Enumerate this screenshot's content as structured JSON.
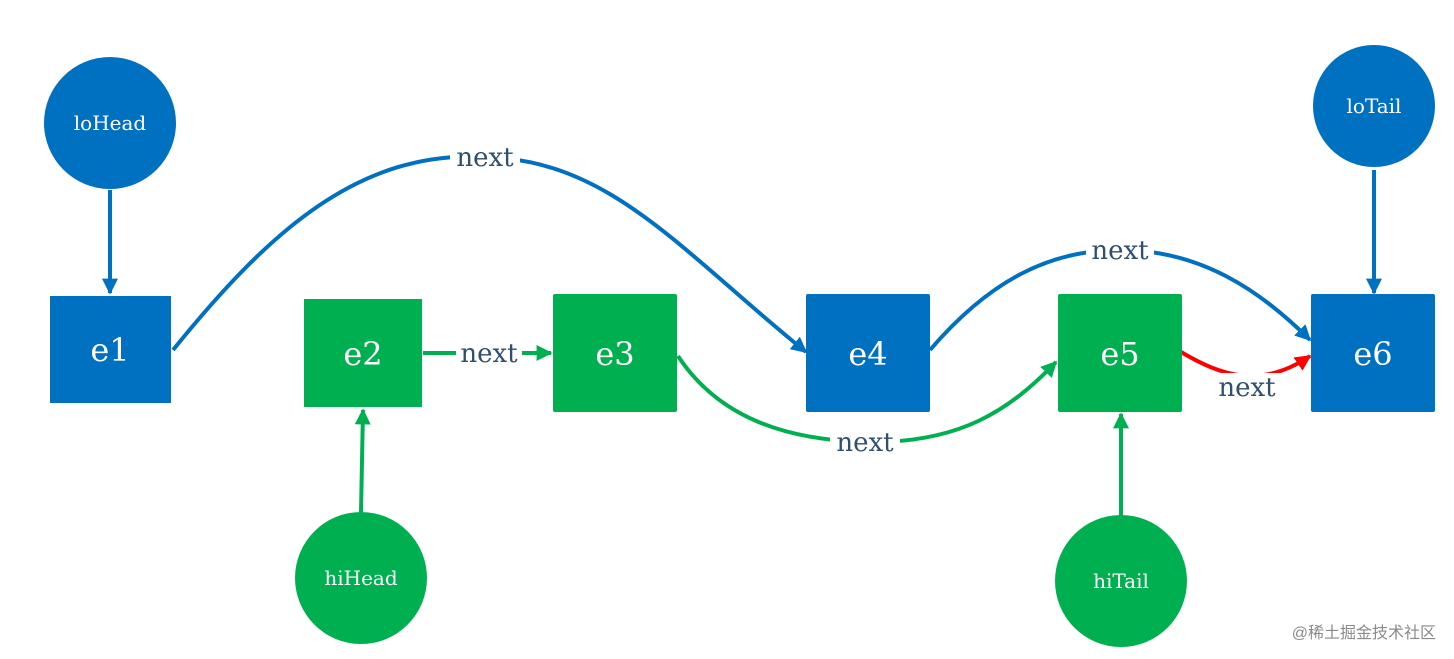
{
  "colors": {
    "blue": "#0070c0",
    "green": "#00b050",
    "red": "#ff0000",
    "label": "#2f4f6f"
  },
  "nodes": {
    "e1": "e1",
    "e2": "e2",
    "e3": "e3",
    "e4": "e4",
    "e5": "e5",
    "e6": "e6"
  },
  "pointers": {
    "loHead": "loHead",
    "loTail": "loTail",
    "hiHead": "hiHead",
    "hiTail": "hiTail"
  },
  "edges": {
    "e1_e4": "next",
    "e2_e3": "next",
    "e3_e5": "next",
    "e4_e6": "next",
    "e5_e6": "next"
  },
  "watermark": {
    "text": "@稀土掘金技术社区",
    "url": "https://blog.csdn.net/weixin_43767015"
  }
}
